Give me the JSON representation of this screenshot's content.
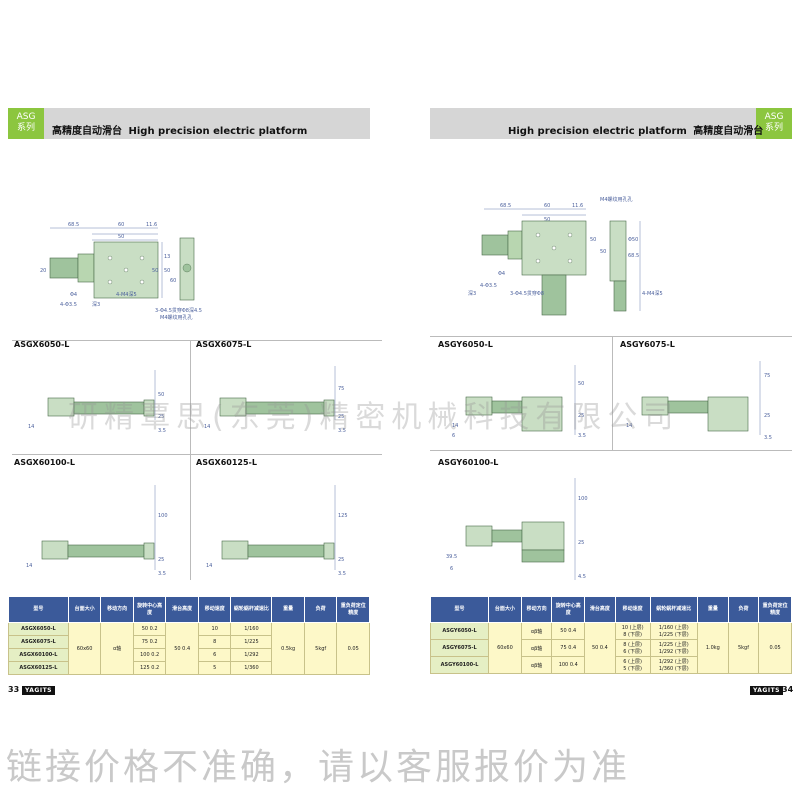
{
  "left_page": {
    "series_badge": {
      "line1": "ASG",
      "line2": "系列"
    },
    "title_cn": "高精度自动滑台",
    "title_en": "High precision electric platform",
    "top_drawing_dims": [
      "68.5",
      "60",
      "11.6",
      "50",
      "13",
      "50",
      "50",
      "60",
      "20",
      "4-M4深5",
      "Φ4",
      "4-Φ3.5",
      "深3",
      "3-Φ4.5贯穿Φ8深4.5",
      "M4螺纹用孔孔"
    ],
    "models": [
      "ASGX6050-L",
      "ASGX6075-L",
      "ASGX60100-L",
      "ASGX60125-L"
    ],
    "model_dims": [
      [
        "50",
        "25",
        "14",
        "3.5"
      ],
      [
        "75",
        "25",
        "14",
        "3.5"
      ],
      [
        "100",
        "25",
        "14",
        "3.5"
      ],
      [
        "125",
        "25",
        "14",
        "3.5"
      ]
    ],
    "table": {
      "headers": [
        "型号",
        "台面大小",
        "移动方向",
        "旋转中心高度",
        "滑台高度",
        "移动速度",
        "蜗轮蜗杆减速比",
        "重量",
        "负荷",
        "重负荷定位精度"
      ],
      "rows": [
        {
          "model": "ASGX6050-L",
          "stroke": "50 0.2",
          "speed": "10",
          "ratio": "1/160"
        },
        {
          "model": "ASGX6075-L",
          "stroke": "75 0.2",
          "speed": "8",
          "ratio": "1/225"
        },
        {
          "model": "ASGX60100-L",
          "stroke": "100 0.2",
          "speed": "6",
          "ratio": "1/292"
        },
        {
          "model": "ASGX60125-L",
          "stroke": "125 0.2",
          "speed": "5",
          "ratio": "1/360"
        }
      ],
      "size": "60x60",
      "direction": "α轴",
      "height": "50 0.4",
      "weight": "0.5kg",
      "load": "5kgf",
      "accuracy": "0.05"
    },
    "page_number": "33",
    "logo": "YAGITS"
  },
  "right_page": {
    "series_badge": {
      "line1": "ASG",
      "line2": "系列"
    },
    "title_en": "High precision electric platform",
    "title_cn": "高精度自动滑台",
    "top_drawing_dims": [
      "68.5",
      "60",
      "11.6",
      "50",
      "50",
      "50",
      "Φ50",
      "68.5",
      "4-M4深5",
      "Φ4",
      "4-Φ3.5",
      "深3",
      "3-Φ4.5贯穿Φ8",
      "M4螺纹用孔孔"
    ],
    "models": [
      "ASGY6050-L",
      "ASGY6075-L",
      "ASGY60100-L"
    ],
    "model_dims": [
      [
        "50",
        "25",
        "14",
        "3.5",
        "6"
      ],
      [
        "75",
        "25",
        "14",
        "3.5"
      ],
      [
        "100",
        "25",
        "39.5",
        "4.5",
        "6"
      ]
    ],
    "table": {
      "headers": [
        "型号",
        "台面大小",
        "移动方向",
        "旋转中心高度",
        "滑台高度",
        "移动速度",
        "蜗轮蜗杆减速比",
        "重量",
        "负荷",
        "重负荷定位精度"
      ],
      "rows": [
        {
          "model": "ASGY6050-L",
          "stroke": "50 0.4",
          "speed": "10 (上层)\n8 (下层)",
          "ratio": "1/160 (上层)\n1/225 (下层)"
        },
        {
          "model": "ASGY6075-L",
          "stroke": "75 0.4",
          "speed": "8 (上层)\n6 (下层)",
          "ratio": "1/225 (上层)\n1/292 (下层)"
        },
        {
          "model": "ASGY60100-L",
          "stroke": "100 0.4",
          "speed": "6 (上层)\n5 (下层)",
          "ratio": "1/292 (上层)\n1/360 (下层)"
        }
      ],
      "size": "60x60",
      "direction": "αβ轴",
      "height": "50 0.4",
      "weight": "1.0kg",
      "load": "5kgf",
      "accuracy": "0.05"
    },
    "page_number": "34",
    "logo": "YAGITS"
  },
  "watermark": "研精覃思(东莞)精密机械科技有限公司",
  "disclaimer": "链接价格不准确，请以客服报价为准"
}
